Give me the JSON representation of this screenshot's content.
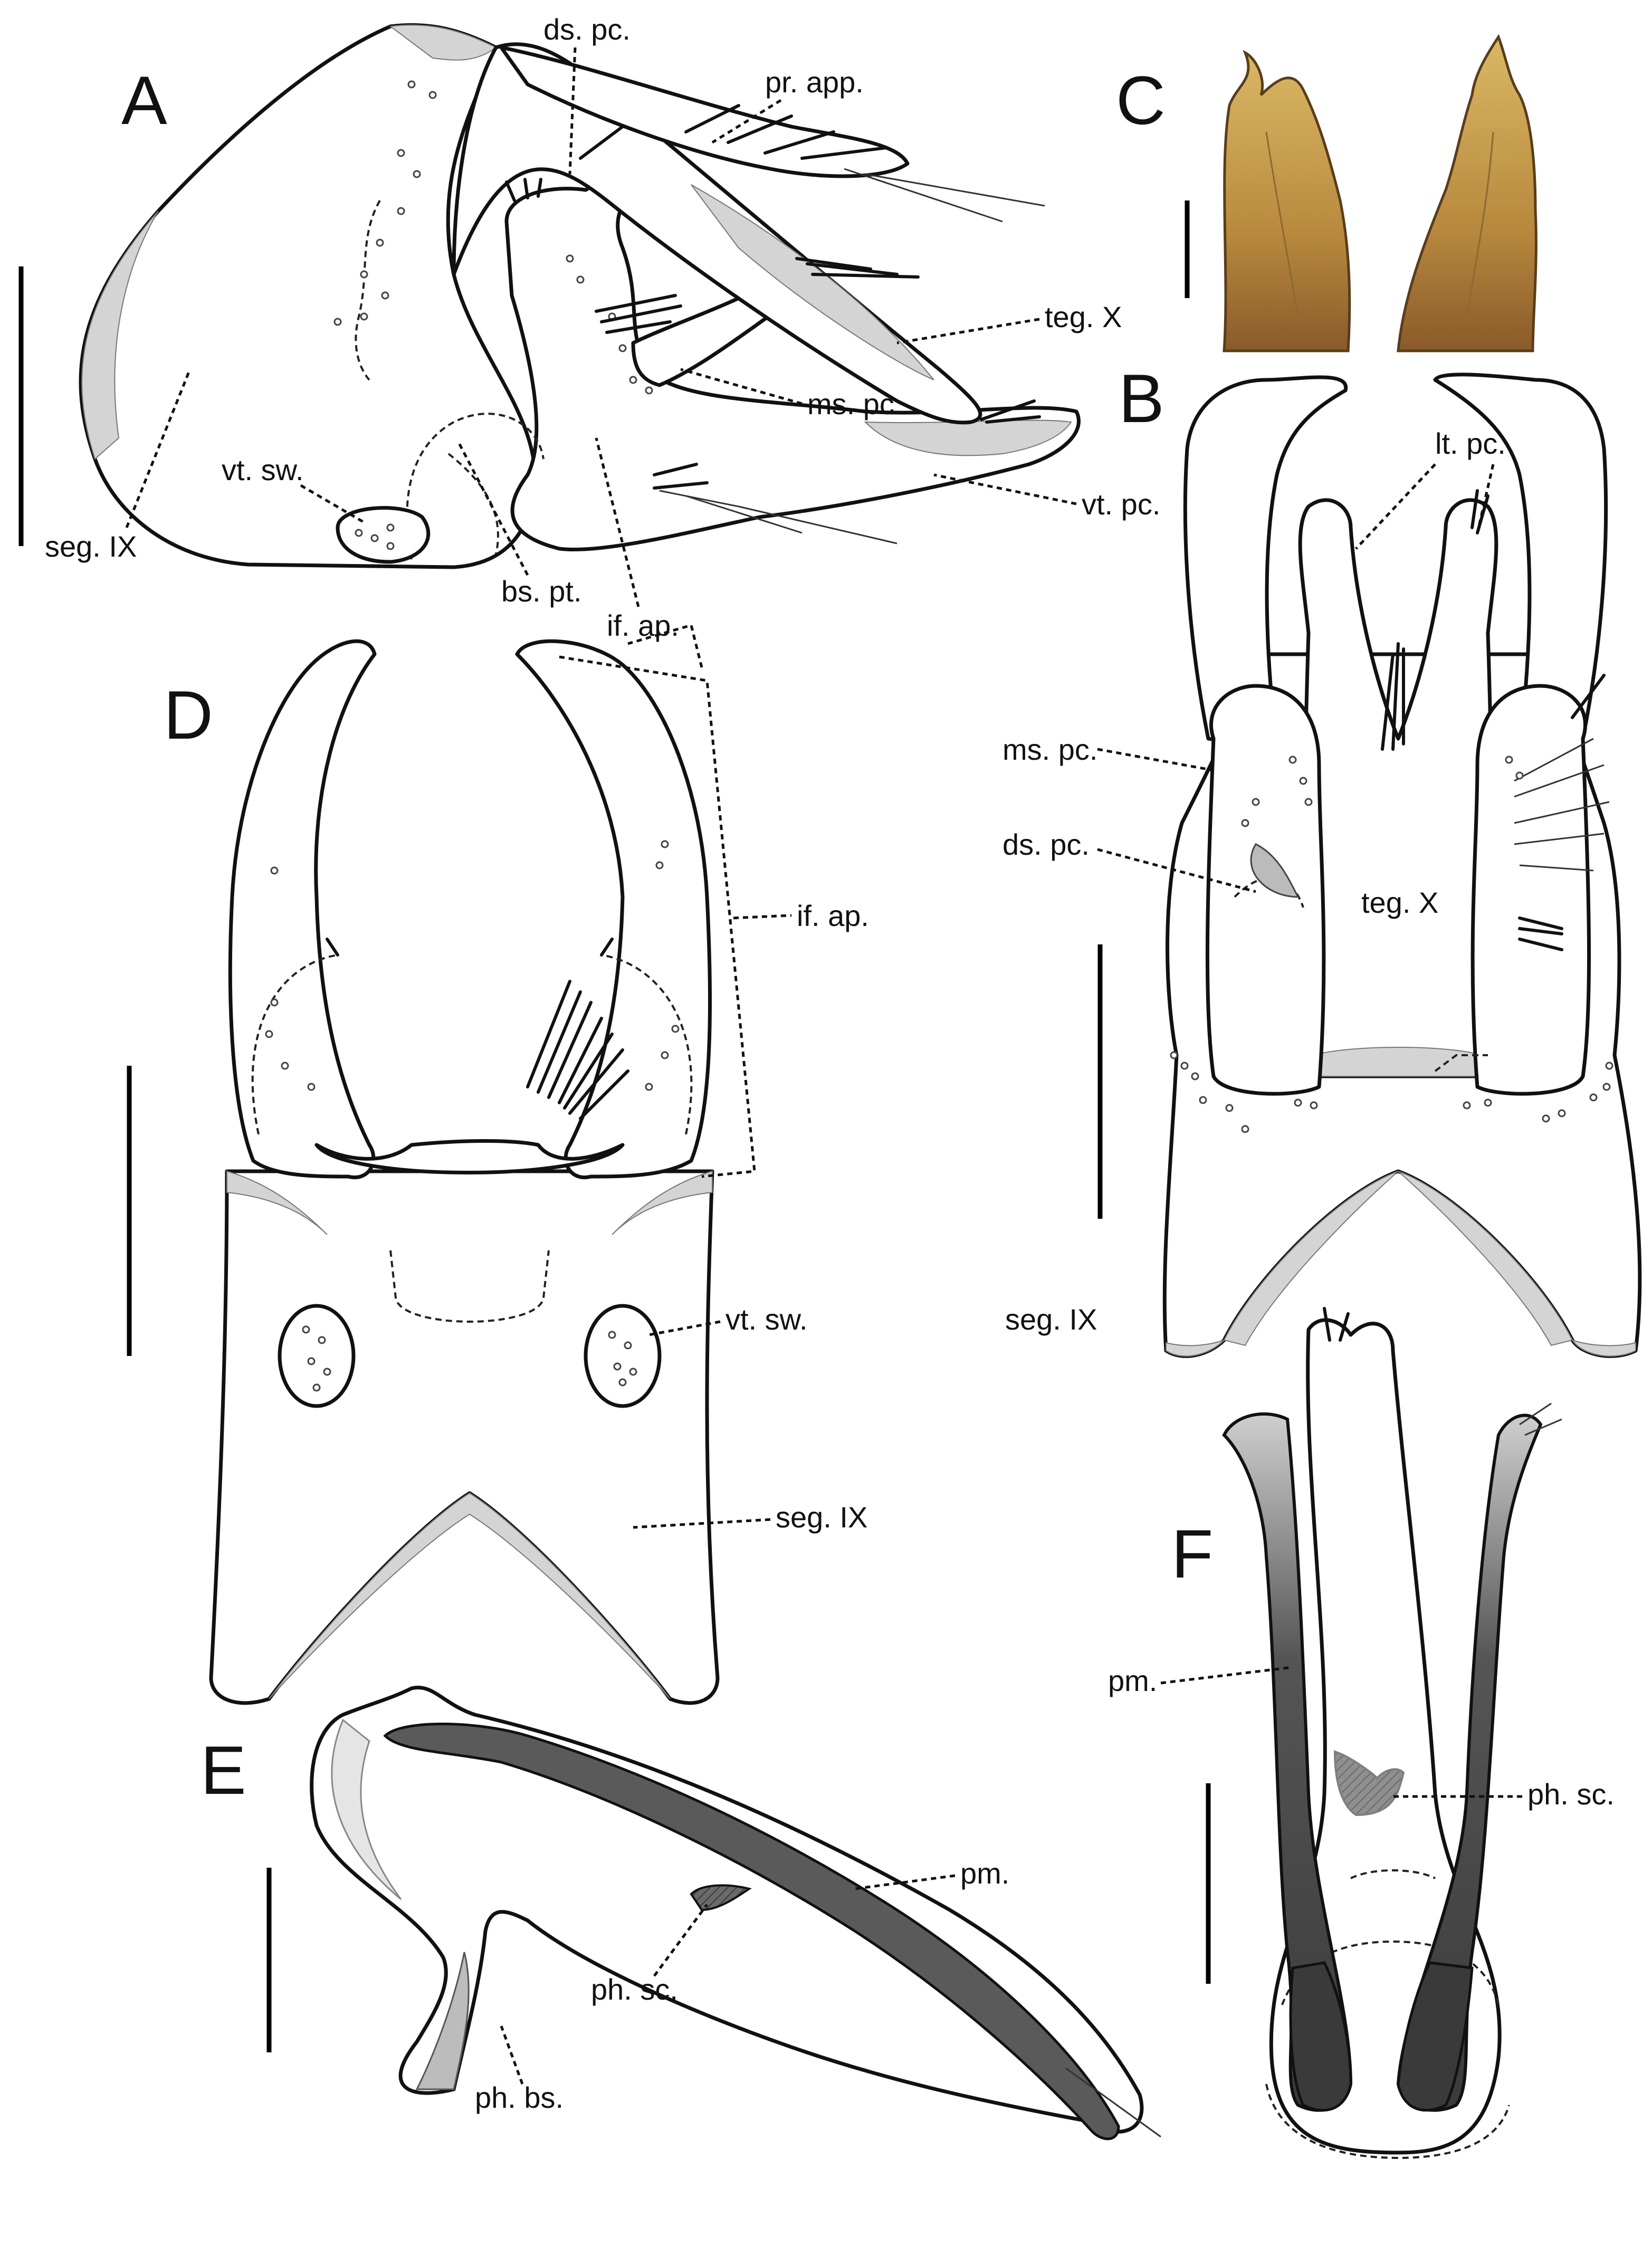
{
  "panels": {
    "A": {
      "letter": "A",
      "labels": {
        "ds_pc": "ds. pc.",
        "pr_app": "pr. app.",
        "teg_x": "teg. X",
        "ms_pc": "ms. pc.",
        "vt_pc": "vt. pc.",
        "vt_sw": "vt. sw.",
        "seg_ix": "seg. IX",
        "bs_pt": "bs. pt.",
        "if_ap": "if. ap."
      }
    },
    "B": {
      "letter": "B",
      "labels": {
        "lt_pc": "lt. pc.",
        "ms_pc": "ms. pc.",
        "ds_pc": "ds. pc.",
        "teg_x": "teg. X",
        "seg_ix": "seg. IX"
      }
    },
    "C": {
      "letter": "C"
    },
    "D": {
      "letter": "D",
      "labels": {
        "if_ap": "if. ap.",
        "vt_sw": "vt. sw.",
        "seg_ix": "seg. IX"
      }
    },
    "E": {
      "letter": "E",
      "labels": {
        "pm": "pm.",
        "ph_sc": "ph. sc.",
        "ph_bs": "ph. bs."
      }
    },
    "F": {
      "letter": "F",
      "labels": {
        "pm": "pm.",
        "ph_sc": "ph. sc."
      }
    }
  },
  "colors": {
    "ink": "#111111",
    "sclerite": "#d4d4d4",
    "phallotremal": "#5a5a5a",
    "photo_tan": "#c9a24a",
    "photo_dark": "#8a5a2a"
  }
}
